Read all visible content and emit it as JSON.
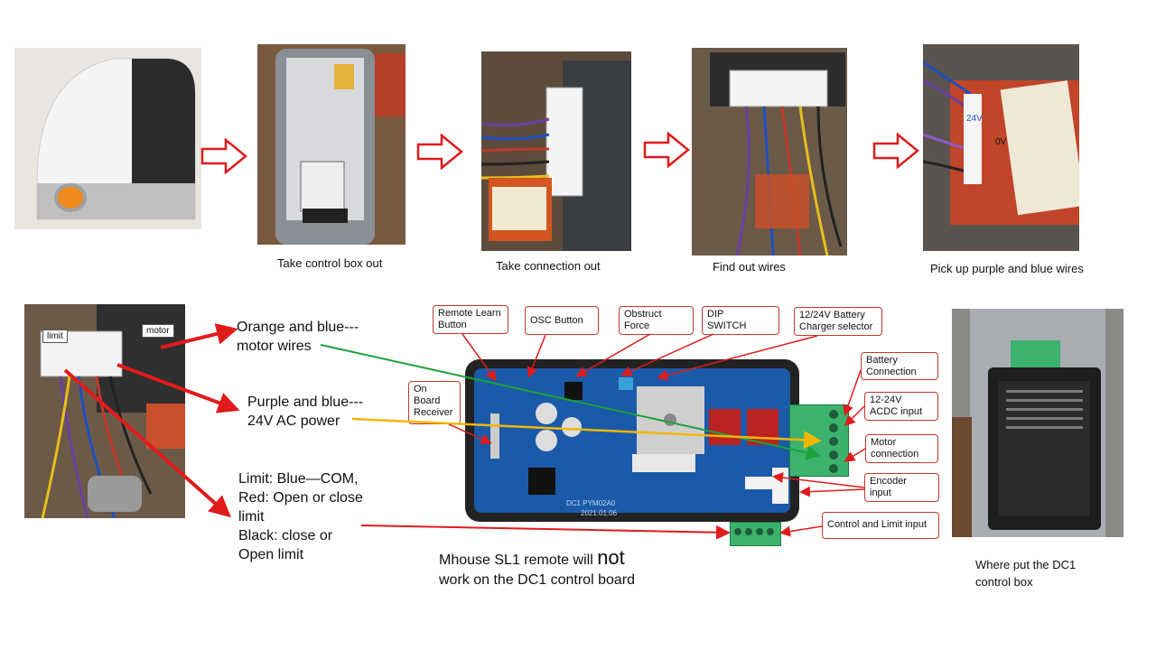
{
  "steps": [
    {
      "caption": ""
    },
    {
      "caption": "Take control box out"
    },
    {
      "caption": "Take connection out"
    },
    {
      "caption": "Find out wires"
    },
    {
      "caption": "Pick up purple and blue wires"
    }
  ],
  "transformer": {
    "label_a": "24V",
    "label_b": "0V"
  },
  "wiring": {
    "tag_limit": "limit",
    "tag_motor": "motor",
    "motor_wires": "Orange and blue---\nmotor wires",
    "ac_power": "Purple and blue---\n24V AC power",
    "limit_info": "Limit: Blue—COM,\nRed: Open or close\nlimit\nBlack: close or\nOpen limit"
  },
  "board": {
    "remote_learn": "Remote Learn\nButton",
    "osc": "OSC Button",
    "obstruct": "Obstruct\nForce",
    "dip": "DIP\nSWITCH",
    "charger": "12/24V Battery\nCharger selector",
    "receiver": "On\nBoard\nReceiver",
    "battery": "Battery\nConnection",
    "acdc": "12-24V\nACDC input",
    "motor_conn": "Motor\nconnection",
    "encoder": "Encoder\ninput",
    "control_limit": "Control and Limit input",
    "silk_a": "DC1 PYM02A0",
    "silk_b": "2021.01.06"
  },
  "note": {
    "part1": "Mhouse SL1 remote will ",
    "part2": "not",
    "part3": "work on the DC1 control board"
  },
  "placement": "Where put the DC1\ncontrol box",
  "colors": {
    "arrow_red": "#e01b1b",
    "green_line": "#1aa33a",
    "yellow_line": "#f2b705",
    "callout_border": "#c0392b"
  }
}
